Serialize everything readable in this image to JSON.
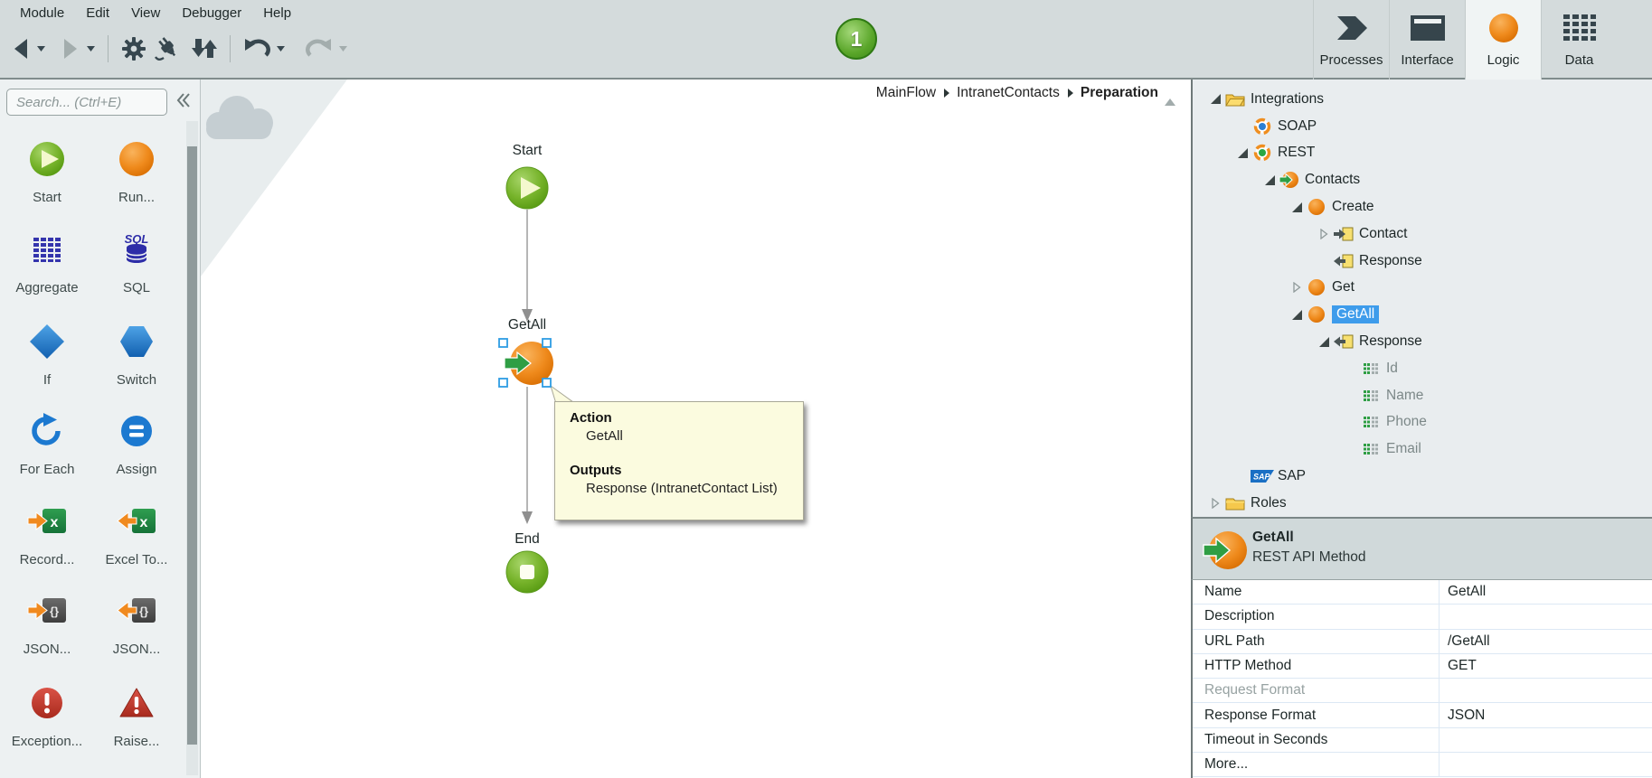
{
  "colors": {
    "topbar": "#d4dbdc",
    "toolbox_bg": "#edf1f2",
    "tree_bg": "#e9edef",
    "selection_blue": "#3e9ceb",
    "accent_orange": "#ef8a1c",
    "node_green": "#6fb52c",
    "tooltip_bg": "#fbfbdf",
    "action_blue": "#1c79d0"
  },
  "menu": {
    "items": [
      {
        "label": "Module"
      },
      {
        "label": "Edit"
      },
      {
        "label": "View"
      },
      {
        "label": "Debugger"
      },
      {
        "label": "Help"
      }
    ]
  },
  "topbar": {
    "debug_badge": "1"
  },
  "nav_tabs": [
    {
      "label": "Processes"
    },
    {
      "label": "Interface"
    },
    {
      "label": "Logic"
    },
    {
      "label": "Data"
    }
  ],
  "toolbox": {
    "search_placeholder": "Search... (Ctrl+E)",
    "items": [
      {
        "label": "Start"
      },
      {
        "label": "Run..."
      },
      {
        "label": "Aggregate"
      },
      {
        "label": "SQL",
        "icon_text": "SQL"
      },
      {
        "label": "If"
      },
      {
        "label": "Switch"
      },
      {
        "label": "For Each"
      },
      {
        "label": "Assign"
      },
      {
        "label": "Record...",
        "icon_text": "x"
      },
      {
        "label": "Excel To...",
        "icon_text": "x"
      },
      {
        "label": "JSON...",
        "icon_text": "{}"
      },
      {
        "label": "JSON...",
        "icon_text": "{}"
      },
      {
        "label": "Exception..."
      },
      {
        "label": "Raise..."
      }
    ]
  },
  "canvas": {
    "breadcrumb": {
      "items": [
        {
          "label": "MainFlow"
        },
        {
          "label": "IntranetContacts"
        },
        {
          "label": "Preparation"
        }
      ]
    },
    "nodes": {
      "start": "Start",
      "getall": "GetAll",
      "end": "End"
    },
    "tooltip": {
      "action_label": "Action",
      "action_value": "GetAll",
      "outputs_label": "Outputs",
      "outputs_value": "Response (IntranetContact List)"
    }
  },
  "tree": {
    "items": [
      {
        "label": "Integrations"
      },
      {
        "label": "SOAP"
      },
      {
        "label": "REST"
      },
      {
        "label": "Contacts"
      },
      {
        "label": "Create"
      },
      {
        "label": "Contact"
      },
      {
        "label": "Response"
      },
      {
        "label": "Get"
      },
      {
        "label": "GetAll"
      },
      {
        "label": "Response"
      },
      {
        "label": "Id"
      },
      {
        "label": "Name"
      },
      {
        "label": "Phone"
      },
      {
        "label": "Email"
      },
      {
        "label": "SAP",
        "icon_text": "SAP"
      },
      {
        "label": "Roles"
      }
    ]
  },
  "properties": {
    "header": {
      "title": "GetAll",
      "subtitle": "REST API Method"
    },
    "rows": [
      {
        "label": "Name",
        "value": "GetAll"
      },
      {
        "label": "Description",
        "value": ""
      },
      {
        "label": "URL Path",
        "value": "/GetAll"
      },
      {
        "label": "HTTP Method",
        "value": "GET"
      },
      {
        "label": "Request Format",
        "value": ""
      },
      {
        "label": "Response Format",
        "value": "JSON"
      },
      {
        "label": "Timeout in Seconds",
        "value": ""
      },
      {
        "label": "More...",
        "value": ""
      }
    ]
  }
}
